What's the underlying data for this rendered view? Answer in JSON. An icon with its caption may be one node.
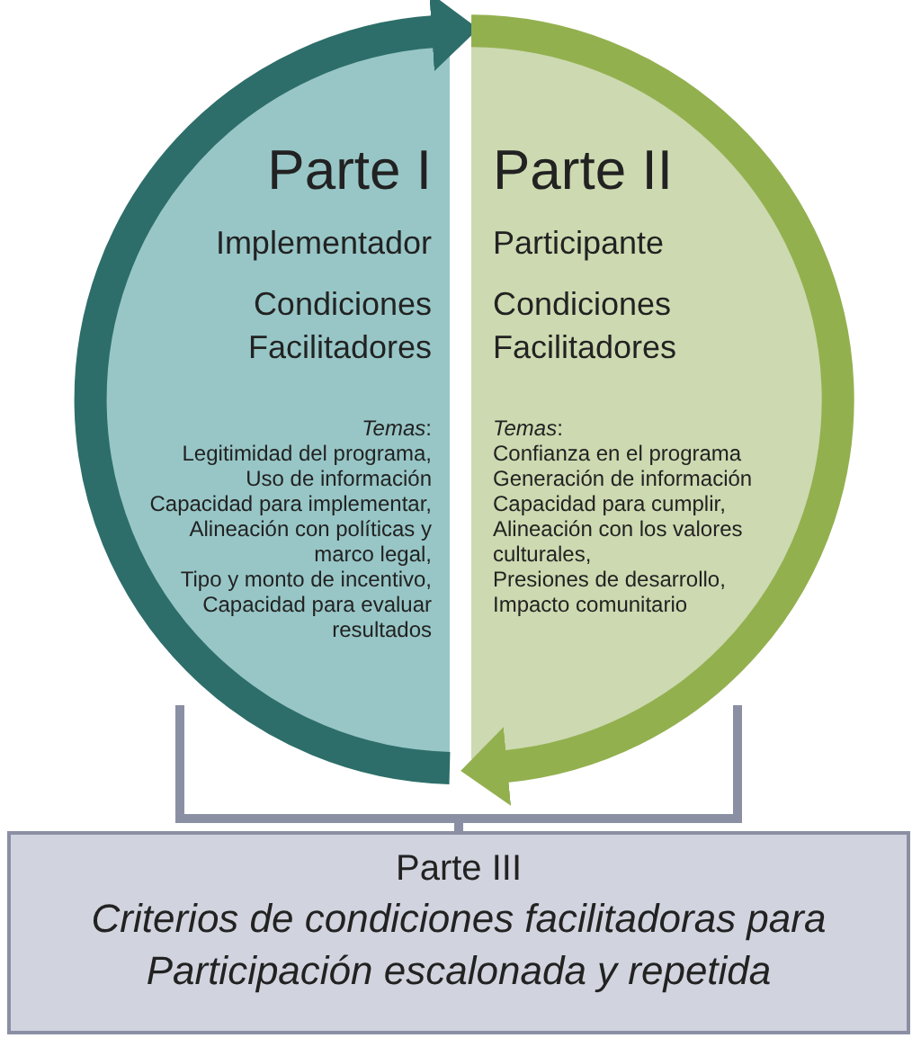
{
  "diagram": {
    "nodes": [
      {
        "text": [
          "Parte I",
          "Implementador",
          "Condiciones Facilitadores",
          "*Temas*:",
          "Legitimidad del programa,",
          "Uso de información",
          "Capacidad para implementar,",
          "Alineación con políticas y marco legal,",
          "Tipo y monto de incentivo,",
          "Capacidad para evaluar resultados"
        ]
      },
      {
        "text": [
          "Parte II",
          "Participante",
          "Condiciones Facilitadores",
          "*Temas*:",
          "Confianza en el programa",
          "Generación de información",
          "Capacidad para cumplir,",
          "Alineación con los valores culturales,",
          "Presiones de desarrollo,",
          "Impacto comunitario"
        ]
      },
      {
        "text": [
          "Parte III",
          "Criterios de condiciones facilitadoras para Participación escalonada y repetida"
        ]
      }
    ],
    "edges": [
      {
        "from": 0,
        "to": 1,
        "arrow": "to",
        "style": "thick",
        "color": "#2d6e6a"
      },
      {
        "from": 1,
        "to": 0,
        "arrow": "to",
        "style": "thick",
        "color": "#93b04f"
      },
      {
        "from": 0,
        "to": 2,
        "arrow": "none",
        "color": "#8a8fa3"
      },
      {
        "from": 1,
        "to": 2,
        "arrow": "none",
        "color": "#8a8fa3"
      }
    ]
  }
}
